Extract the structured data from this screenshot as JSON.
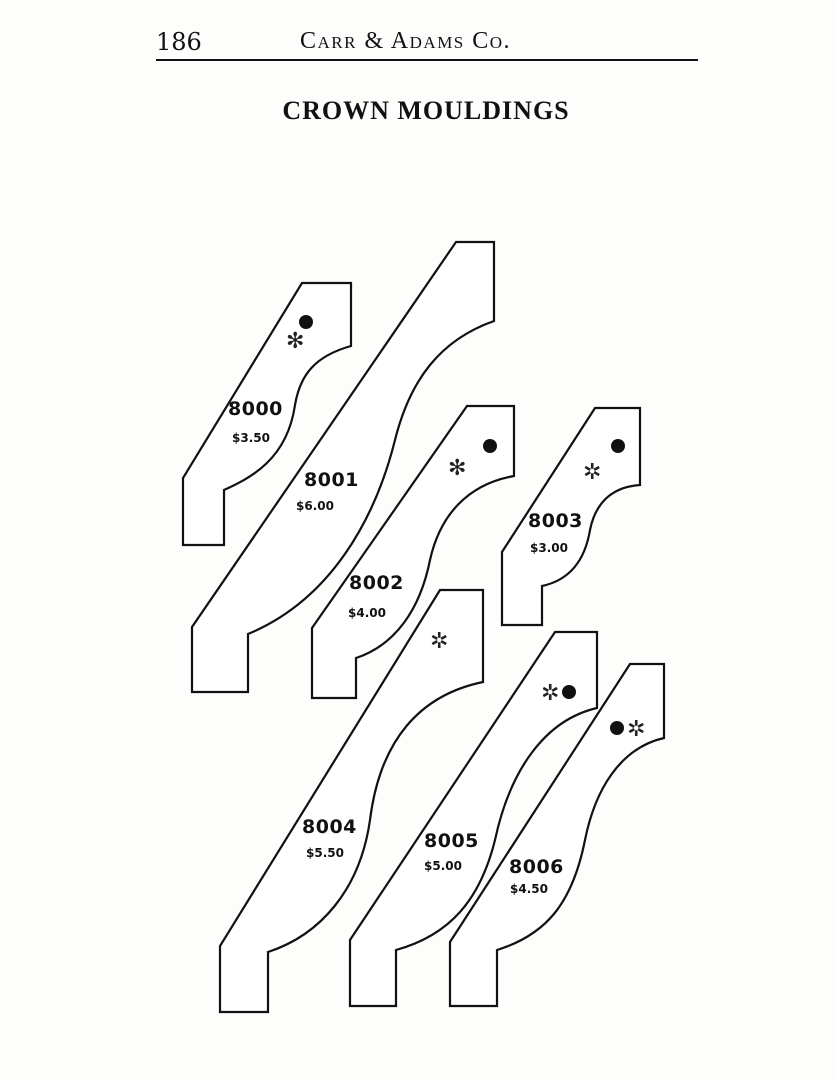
{
  "header": {
    "page_number": "186",
    "publisher": "Carr & Adams Co.",
    "title": "CROWN MOULDINGS"
  },
  "mouldings": [
    {
      "number": "8000",
      "price": "$3.50"
    },
    {
      "number": "8001",
      "price": "$6.00"
    },
    {
      "number": "8002",
      "price": "$4.00"
    },
    {
      "number": "8003",
      "price": "$3.00"
    },
    {
      "number": "8004",
      "price": "$5.50"
    },
    {
      "number": "8005",
      "price": "$5.00"
    },
    {
      "number": "8006",
      "price": "$4.50"
    }
  ],
  "symbols": {
    "asterisk": "✻",
    "asterisk_open": "✲"
  }
}
